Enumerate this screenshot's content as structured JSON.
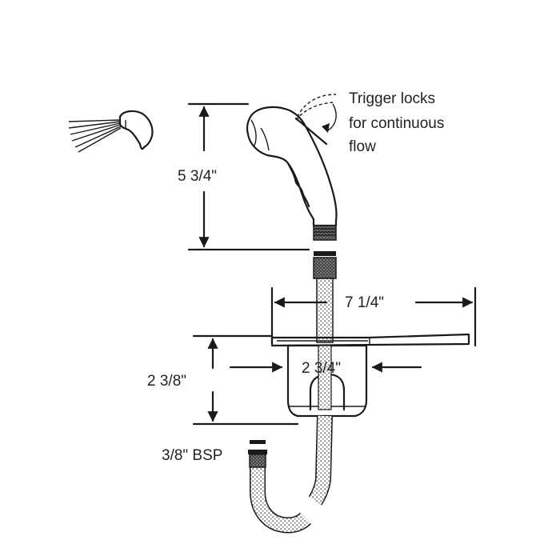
{
  "dimensions": {
    "handle_height": "5 3/4\"",
    "flange_width": "7 1/4\"",
    "body_height": "2 3/8\"",
    "body_width": "2 3/4\"",
    "fitting": "3/8\" BSP"
  },
  "annotation": {
    "line1": "Trigger locks",
    "line2": "for continuous",
    "line3": "flow"
  }
}
